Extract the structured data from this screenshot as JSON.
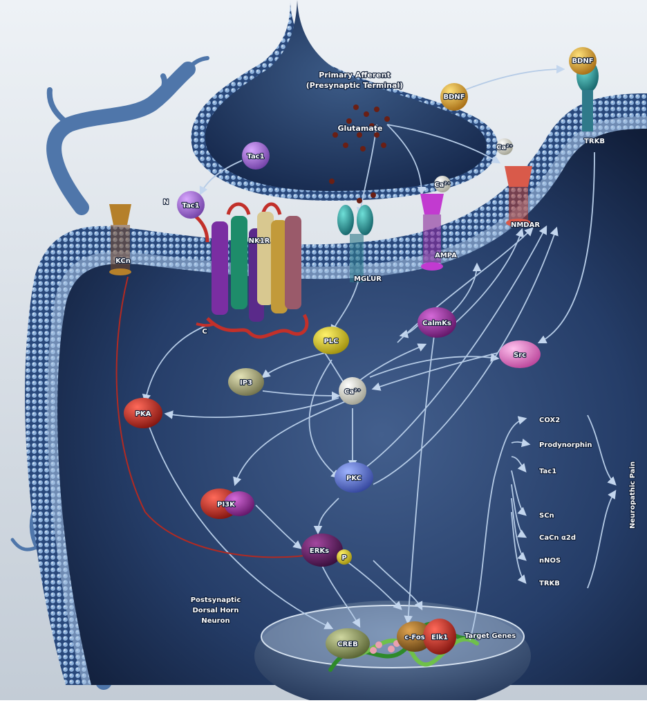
{
  "presynaptic": {
    "line1": "Primary  Afferent",
    "line2": "(Presynaptic Terminal)"
  },
  "postsynaptic": {
    "line1": "Postsynaptic",
    "line2": "Dorsal Horn",
    "line3": "Neuron"
  },
  "labels": {
    "bdnf_vesicle": "BDNF",
    "bdnf_ext": "BDNF",
    "glutamate": "Glutamate",
    "tac1_vesicle": "Tac1",
    "tac1_bound": "Tac1",
    "n_term": "N",
    "c_term": "C",
    "nk1r": "NK1R",
    "kcn": "KCn",
    "mglur": "MGLUR",
    "ampa": "AMPA",
    "nmdar": "NMDAR",
    "trkb_receptor": "TRKB",
    "ca_nmdar": "Ca²⁺",
    "ca_ampa": "Ca²⁺",
    "ca_central": "Ca²⁺",
    "plc": "PLC",
    "ip3": "IP3",
    "calmks": "CalmKs",
    "src": "Src",
    "pka": "PKA",
    "pkc": "PKC",
    "pi3k": "PI3K",
    "erks": "ERKs",
    "phospho": "P",
    "creb": "CREB",
    "cfos": "c-Fos",
    "elk1": "Elk1",
    "target_genes": "Target Genes",
    "neuropathic_pain": "Neuropathic Pain"
  },
  "target_gene_list": [
    "COX2",
    "Prodynorphin",
    "Tac1",
    "SCn",
    "CaCn α2d",
    "nNOS",
    "TRKB"
  ],
  "colors": {
    "membrane": "#5b85b8",
    "membrane_dark": "#24406c",
    "cell_interior": "#1d2f55",
    "arrow": "#b5cbe6",
    "red_link": "#b22a22"
  }
}
